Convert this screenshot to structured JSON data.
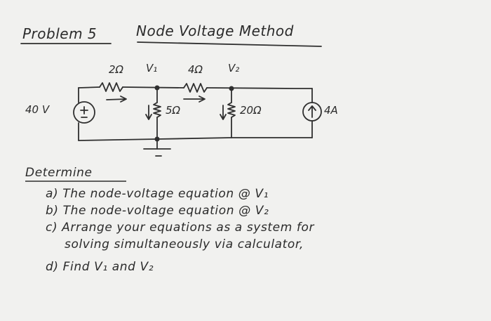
{
  "header": {
    "problem_label": "Problem 5",
    "topic": "Node Voltage Method"
  },
  "circuit": {
    "source_label": "40 V",
    "r1_label": "2Ω",
    "r2_label": "4Ω",
    "r3_label": "5Ω",
    "r4_label": "20Ω",
    "current_source_label": "4A",
    "node1_label": "V₁",
    "node2_label": "V₂"
  },
  "questions": {
    "heading": "Determine",
    "a": "a) The node-voltage equation @ V₁",
    "b": "b) The node-voltage equation @ V₂",
    "c_line1": "c) Arrange your equations as a system for",
    "c_line2": "solving simultaneously via calculator,",
    "d": "d) Find V₁ and V₂"
  }
}
